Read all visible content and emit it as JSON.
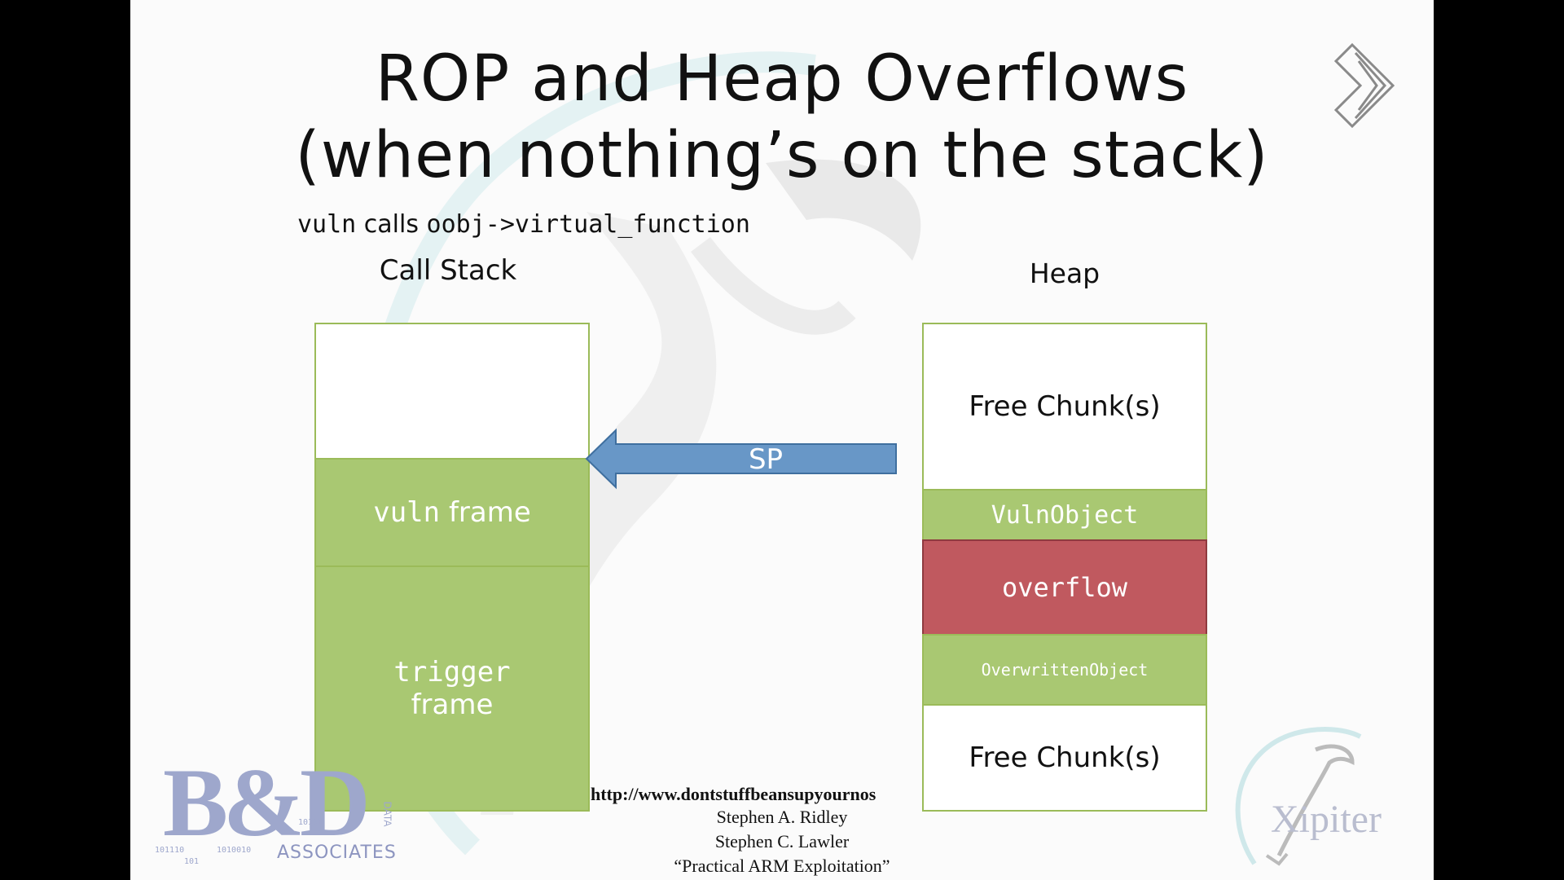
{
  "title": {
    "line1": "ROP and Heap Overflows",
    "line2": "(when nothing’s on the stack)"
  },
  "subtitle": {
    "func1": "vuln",
    "verb": "calls",
    "func2": "oobj->virtual_function"
  },
  "call_stack": {
    "label": "Call Stack",
    "vuln_frame": {
      "mono": "vuln",
      "sans": "frame"
    },
    "trigger_frame": {
      "mono": "trigger",
      "sans": "frame"
    }
  },
  "sp_label": "SP",
  "heap": {
    "label": "Heap",
    "chunks": {
      "free_top": "Free Chunk(s)",
      "vuln_object": "VulnObject",
      "overflow": "overflow",
      "overwritten": "OverwrittenObject",
      "free_bottom": "Free Chunk(s)"
    }
  },
  "credits": {
    "url": "http://www.dontstuffbeansupyournos",
    "author1": "Stephen A. Ridley",
    "author2": "Stephen C. Lawler",
    "book": "“Practical ARM Exploitation”"
  },
  "logos": {
    "bd": {
      "letters": "B&D",
      "tagline": "ASSOCIATES",
      "side": "DATA",
      "bits": [
        "101110",
        "101",
        "1010010",
        "10101"
      ]
    },
    "xipiter": "Xipiter"
  },
  "colors": {
    "frame_green": "#a9c872",
    "frame_border": "#9bbb59",
    "overflow_red": "#c0595f",
    "sp_arrow_blue": "#6897c7"
  }
}
